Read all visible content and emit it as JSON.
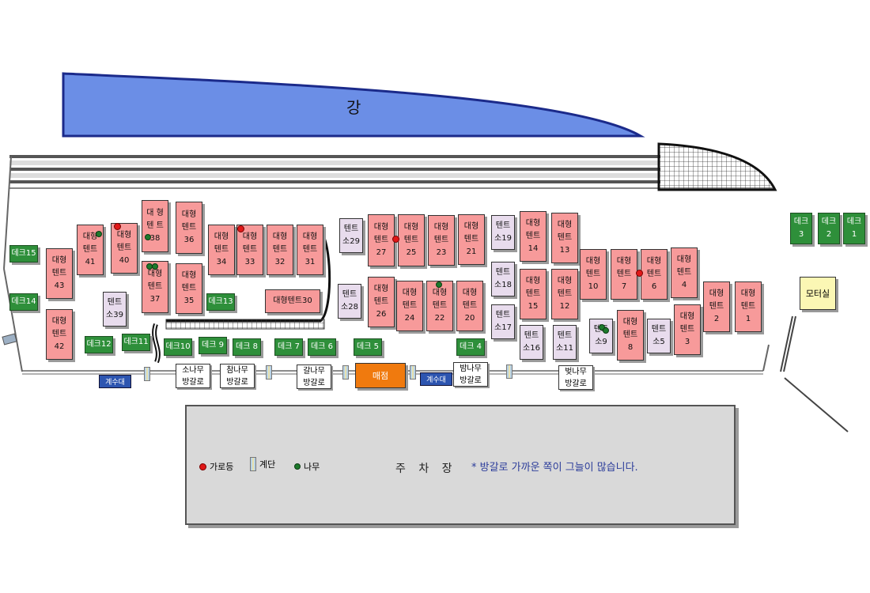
{
  "river_label": "강",
  "store_label": "매점",
  "motel_label": "모터실",
  "water_label": "계수대",
  "legend": {
    "lamp": "가로등",
    "stair": "계단",
    "tree": "나무"
  },
  "parking_label": "주 차 장",
  "shade_note": "* 방갈로 가까운 쪽이 그늘이 많습니다.",
  "colors": {
    "river": "#6b8ee6",
    "big_tent": "#f79a9a",
    "small_tent": "#e8dced",
    "deck": "#2e8f3a",
    "store": "#f07a0e"
  },
  "tents_big": [
    {
      "id": "t43",
      "label": "대형\n텐트\n43"
    },
    {
      "id": "t42",
      "label": "대형\n텐트\n42"
    },
    {
      "id": "t41",
      "label": "대형\n텐트\n41"
    },
    {
      "id": "t40",
      "label": "대형\n텐트\n40"
    },
    {
      "id": "t38",
      "label": "대 형\n텐 트\n38"
    },
    {
      "id": "t37",
      "label": "대형\n텐트\n37"
    },
    {
      "id": "t36",
      "label": "대형\n텐트\n36"
    },
    {
      "id": "t35",
      "label": "대형\n텐트\n35"
    },
    {
      "id": "t34",
      "label": "대형\n텐트\n34"
    },
    {
      "id": "t33",
      "label": "대형\n텐트\n33"
    },
    {
      "id": "t32",
      "label": "대형\n텐트\n32"
    },
    {
      "id": "t31",
      "label": "대형\n텐트\n31"
    },
    {
      "id": "t30",
      "label": "대형텐트30"
    },
    {
      "id": "t27",
      "label": "대형\n텐트\n27"
    },
    {
      "id": "t26",
      "label": "대형\n텐트\n26"
    },
    {
      "id": "t25",
      "label": "대형\n텐트\n25"
    },
    {
      "id": "t24",
      "label": "대형\n텐트\n24"
    },
    {
      "id": "t23",
      "label": "대형\n텐트\n23"
    },
    {
      "id": "t22",
      "label": "대형\n텐트\n22"
    },
    {
      "id": "t21",
      "label": "대형\n텐트\n21"
    },
    {
      "id": "t20",
      "label": "대형\n텐트\n20"
    },
    {
      "id": "t15",
      "label": "대형\n텐트\n15"
    },
    {
      "id": "t14",
      "label": "대형\n텐트\n14"
    },
    {
      "id": "t13",
      "label": "대형\n텐트\n13"
    },
    {
      "id": "t12",
      "label": "대형\n텐트\n12"
    },
    {
      "id": "t10",
      "label": "대형\n텐트\n10"
    },
    {
      "id": "t8",
      "label": "대형\n텐트\n8"
    },
    {
      "id": "t7",
      "label": "대형\n텐트\n7"
    },
    {
      "id": "t6",
      "label": "대형\n텐트\n6"
    },
    {
      "id": "t4",
      "label": "대형\n텐트\n4"
    },
    {
      "id": "t3",
      "label": "대형\n텐트\n3"
    },
    {
      "id": "t2",
      "label": "대형\n텐트\n2"
    },
    {
      "id": "t1",
      "label": "대형\n텐트\n1"
    }
  ],
  "tents_small": [
    {
      "id": "s39",
      "label": "텐트\n소39"
    },
    {
      "id": "s29",
      "label": "텐트\n소29"
    },
    {
      "id": "s28",
      "label": "텐트\n소28"
    },
    {
      "id": "s19",
      "label": "텐트\n소19"
    },
    {
      "id": "s18",
      "label": "텐트\n소18"
    },
    {
      "id": "s17",
      "label": "텐트\n소17"
    },
    {
      "id": "s16",
      "label": "텐트\n소16"
    },
    {
      "id": "s11",
      "label": "텐트\n소11"
    },
    {
      "id": "s9",
      "label": "텐트\n소9"
    },
    {
      "id": "s5",
      "label": "텐트\n소5"
    }
  ],
  "decks": [
    {
      "id": "d15",
      "label": "데크15"
    },
    {
      "id": "d14",
      "label": "데크14"
    },
    {
      "id": "d13",
      "label": "데크13"
    },
    {
      "id": "d12",
      "label": "데크12"
    },
    {
      "id": "d11",
      "label": "데크11"
    },
    {
      "id": "d10",
      "label": "데크10"
    },
    {
      "id": "d9",
      "label": "데크 9"
    },
    {
      "id": "d8",
      "label": "데크 8"
    },
    {
      "id": "d7",
      "label": "데크 7"
    },
    {
      "id": "d6",
      "label": "데크 6"
    },
    {
      "id": "d5",
      "label": "데크 5"
    },
    {
      "id": "d4",
      "label": "데크 4"
    },
    {
      "id": "d3",
      "label": "데크\n3"
    },
    {
      "id": "d2",
      "label": "데크\n2"
    },
    {
      "id": "d1",
      "label": "데크\n1"
    }
  ],
  "bungalows": [
    {
      "id": "b1",
      "label": "소나무\n방갈로"
    },
    {
      "id": "b2",
      "label": "참나무\n방갈로"
    },
    {
      "id": "b3",
      "label": "갈나무\n방갈로"
    },
    {
      "id": "b4",
      "label": "밤나무\n방갈로"
    },
    {
      "id": "b5",
      "label": "벚나무\n방갈로"
    }
  ]
}
